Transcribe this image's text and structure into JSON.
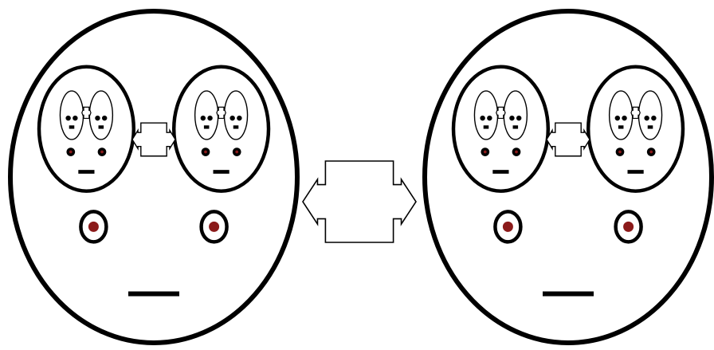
{
  "colors": {
    "background": "#ffffff",
    "stroke": "#000000",
    "pupil": "#8b1a1a",
    "arrow_fill": "#ffffff"
  },
  "icons": {
    "connector": "double-headed-arrow-icon"
  },
  "diagram": {
    "description_type": "recursive-face-diagram",
    "nesting_depth": 3,
    "top_level_faces": 2,
    "eyes_per_face": 2
  }
}
